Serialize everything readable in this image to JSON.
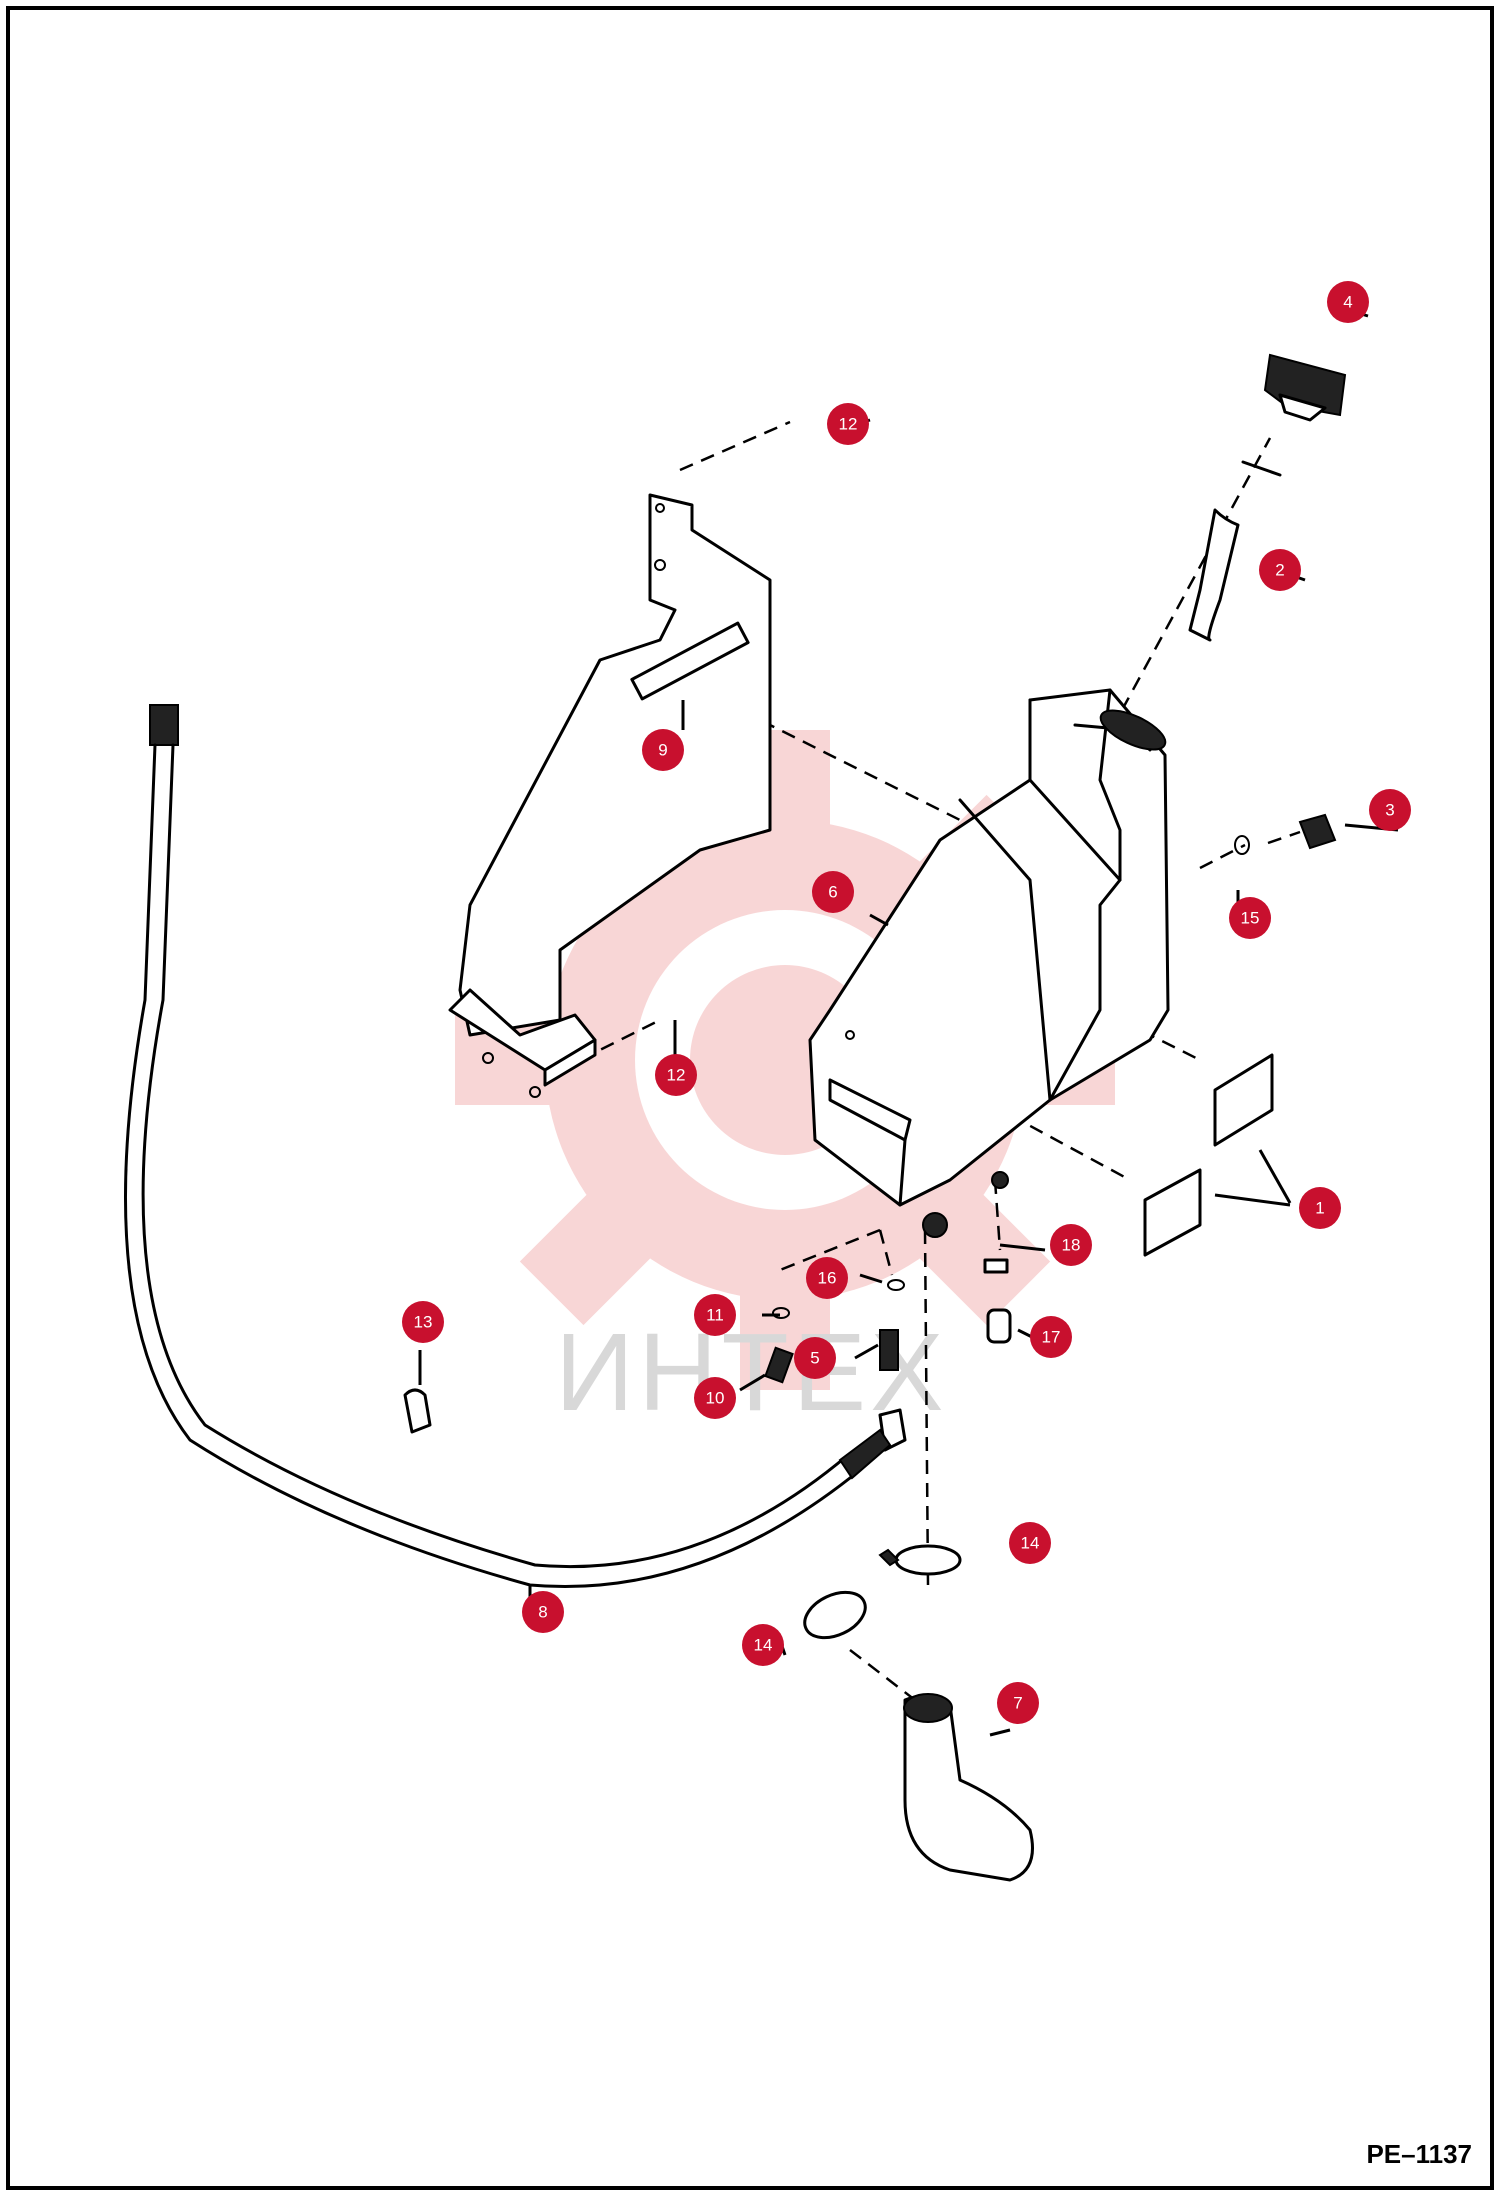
{
  "watermark": {
    "text": "ИНТЕХ",
    "color": "#f4b6b6"
  },
  "drawing_code": "PE–1137",
  "callout_color": "#c8102e",
  "callouts": [
    {
      "id": "callout-1",
      "label": "1"
    },
    {
      "id": "callout-2",
      "label": "2"
    },
    {
      "id": "callout-3",
      "label": "3"
    },
    {
      "id": "callout-4",
      "label": "4"
    },
    {
      "id": "callout-5",
      "label": "5"
    },
    {
      "id": "callout-6",
      "label": "6"
    },
    {
      "id": "callout-7",
      "label": "7"
    },
    {
      "id": "callout-8",
      "label": "8"
    },
    {
      "id": "callout-9",
      "label": "9"
    },
    {
      "id": "callout-10",
      "label": "10"
    },
    {
      "id": "callout-11",
      "label": "11"
    },
    {
      "id": "callout-12a",
      "label": "12"
    },
    {
      "id": "callout-12b",
      "label": "12"
    },
    {
      "id": "callout-13",
      "label": "13"
    },
    {
      "id": "callout-14a",
      "label": "14"
    },
    {
      "id": "callout-14b",
      "label": "14"
    },
    {
      "id": "callout-15",
      "label": "15"
    },
    {
      "id": "callout-16",
      "label": "16"
    },
    {
      "id": "callout-17",
      "label": "17"
    },
    {
      "id": "callout-18",
      "label": "18"
    }
  ]
}
